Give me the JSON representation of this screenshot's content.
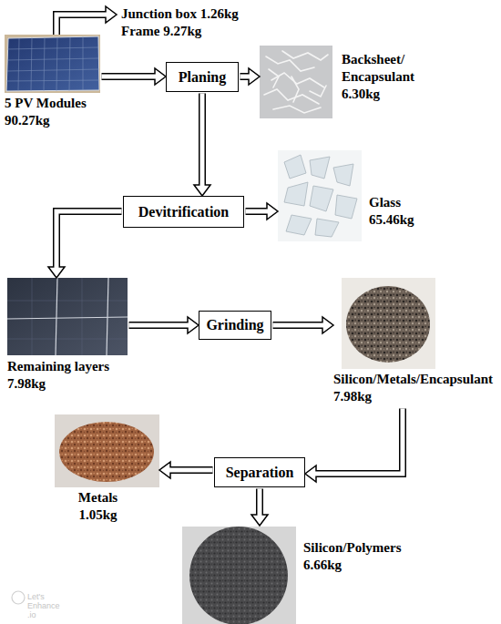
{
  "diagram": {
    "nodes": [
      {
        "text": [
          "5 PV Modules",
          "90.27kg"
        ]
      },
      {
        "text": [
          "Planing"
        ]
      },
      {
        "text": [
          "Backsheet/ Encapsulant",
          "6.30kg"
        ]
      },
      {
        "text": [
          "Devitrification"
        ]
      },
      {
        "text": [
          "Glass",
          "65.46kg"
        ]
      },
      {
        "text": [
          "Remaining layers",
          "7.98kg"
        ]
      },
      {
        "text": [
          "Grinding"
        ]
      },
      {
        "text": [
          "Silicon/Metals/Encapsulant",
          "7.98kg"
        ]
      },
      {
        "text": [
          "Separation"
        ]
      },
      {
        "text": [
          "Metals",
          "1.05kg"
        ]
      },
      {
        "text": [
          "Silicon/Polymers",
          "6.66kg"
        ]
      }
    ],
    "edges": [
      {
        "from": 0,
        "to": 1,
        "arrow": "to"
      },
      {
        "from": 1,
        "to": 2,
        "arrow": "to"
      },
      {
        "from": 1,
        "to": 3,
        "arrow": "to"
      },
      {
        "from": 3,
        "to": 4,
        "arrow": "to"
      },
      {
        "from": 3,
        "to": 5,
        "arrow": "to"
      },
      {
        "from": 5,
        "to": 6,
        "arrow": "to"
      },
      {
        "from": 6,
        "to": 7,
        "arrow": "to"
      },
      {
        "from": 7,
        "to": 8,
        "arrow": "to"
      },
      {
        "from": 8,
        "to": 9,
        "arrow": "to"
      },
      {
        "from": 8,
        "to": 10,
        "arrow": "to"
      }
    ],
    "labels": [
      "Junction box 1.26kg",
      "Frame 9.27kg",
      "Let's Enhance .io"
    ]
  }
}
